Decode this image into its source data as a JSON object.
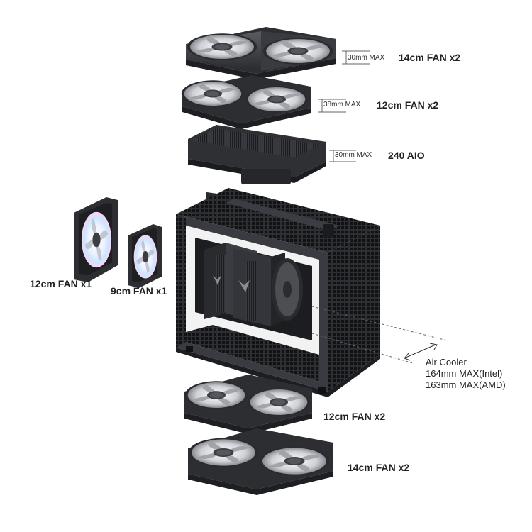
{
  "labels": {
    "top_fan": "14cm FAN x2",
    "top_fan_clearance": "30mm MAX",
    "second_fan": "12cm FAN x2",
    "second_fan_clearance": "38mm MAX",
    "aio": "240 AIO",
    "aio_clearance": "30mm MAX",
    "side_fan_large": "12cm FAN x1",
    "side_fan_small": "9cm FAN x1",
    "air_cooler_title": "Air Cooler",
    "air_cooler_intel": "164mm MAX(Intel)",
    "air_cooler_amd": "163mm MAX(AMD)",
    "bottom_fan_upper": "12cm FAN x2",
    "bottom_fan_lower": "14cm FAN x2"
  },
  "colors": {
    "chassis": "#2b2c30",
    "chassis_light": "#4a4c52",
    "fan_frame": "#3a3b40",
    "fan_blade": "#d7d8dc",
    "text": "#222222"
  }
}
